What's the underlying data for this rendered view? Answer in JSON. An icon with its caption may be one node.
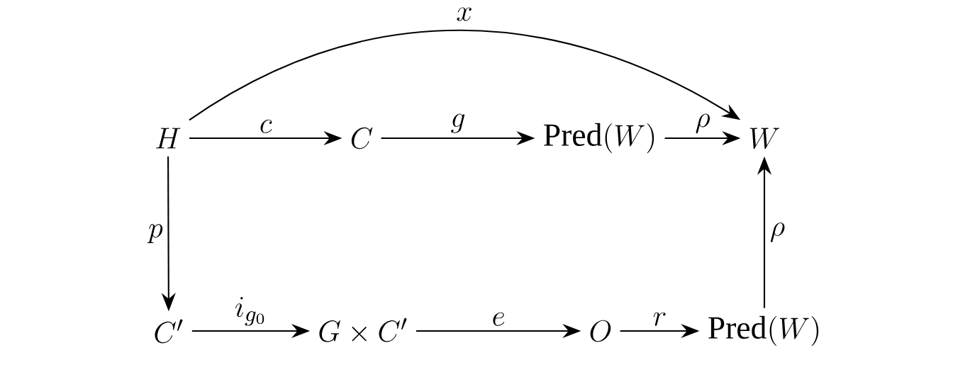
{
  "diagram": {
    "nodes": [
      {
        "text": [
          "H"
        ]
      },
      {
        "text": [
          "C"
        ]
      },
      {
        "text": [
          "\\mathrm{Pred}(W)"
        ]
      },
      {
        "text": [
          "W"
        ]
      },
      {
        "text": [
          "C'"
        ]
      },
      {
        "text": [
          "G \\times C'"
        ]
      },
      {
        "text": [
          "O"
        ]
      },
      {
        "text": [
          "\\mathrm{Pred}(W)"
        ]
      }
    ],
    "edges": [
      {
        "from": 0,
        "to": 3,
        "arrow": "to",
        "label": "x"
      },
      {
        "from": 0,
        "to": 1,
        "arrow": "to",
        "label": "c"
      },
      {
        "from": 1,
        "to": 2,
        "arrow": "to",
        "label": "g"
      },
      {
        "from": 2,
        "to": 3,
        "arrow": "to",
        "label": "\\rho"
      },
      {
        "from": 0,
        "to": 4,
        "arrow": "to",
        "label": "p"
      },
      {
        "from": 4,
        "to": 5,
        "arrow": "to",
        "label": "i_{g_0}"
      },
      {
        "from": 5,
        "to": 6,
        "arrow": "to",
        "label": "e"
      },
      {
        "from": 6,
        "to": 7,
        "arrow": "to",
        "label": "r"
      },
      {
        "from": 7,
        "to": 3,
        "arrow": "to",
        "label": "\\rho"
      }
    ]
  }
}
